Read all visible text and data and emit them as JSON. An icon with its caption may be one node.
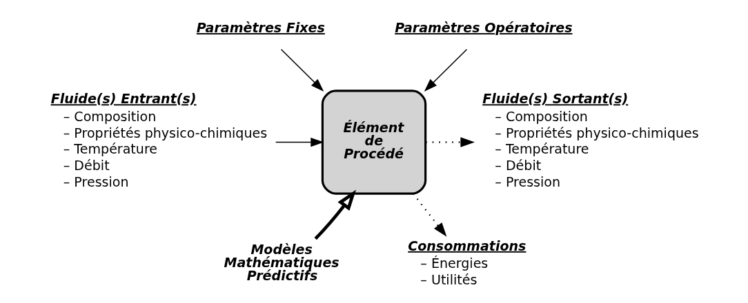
{
  "diagram": {
    "nodes": [
      {
        "text": [
          "Paramètres Fixes"
        ]
      },
      {
        "text": [
          "Paramètres Opératoires"
        ]
      },
      {
        "text": [
          "Fluide(s) Entrant(s)",
          "– Composition",
          "– Propriétés physico-chimiques",
          "– Température",
          "– Débit",
          "– Pression"
        ]
      },
      {
        "text": [
          "Élément de Procédé"
        ]
      },
      {
        "text": [
          "Fluide(s) Sortant(s)",
          "– Composition",
          "– Propriétés physico-chimiques",
          "– Température",
          "– Débit",
          "– Pression"
        ]
      },
      {
        "text": [
          "Modèles Mathématiques Prédictifs"
        ]
      },
      {
        "text": [
          "Consommations",
          "– Énergies",
          "– Utilités"
        ]
      }
    ],
    "edges": [
      {
        "from": 0,
        "to": 3,
        "arrow": "to"
      },
      {
        "from": 1,
        "to": 3,
        "arrow": "to"
      },
      {
        "from": 2,
        "to": 3,
        "arrow": "to"
      },
      {
        "from": 3,
        "to": 4,
        "arrow": "to",
        "style": "dashed"
      },
      {
        "from": 5,
        "to": 3,
        "arrow": "to",
        "style": "thick"
      },
      {
        "from": 3,
        "to": 6,
        "arrow": "to",
        "style": "dashed"
      }
    ]
  }
}
